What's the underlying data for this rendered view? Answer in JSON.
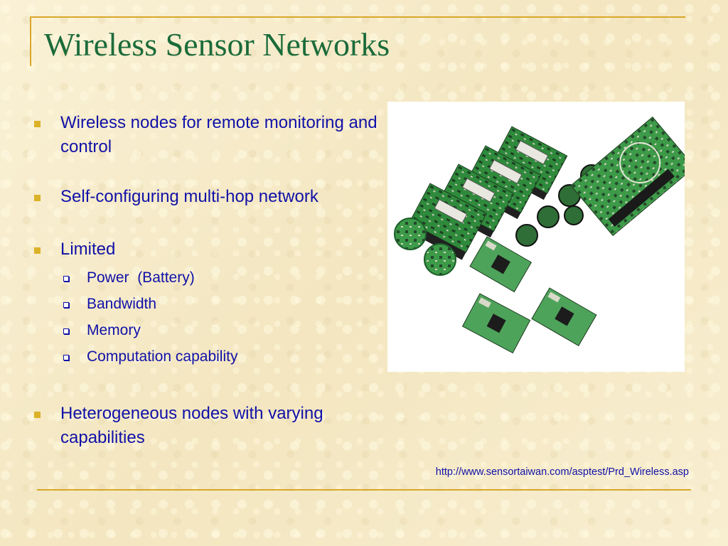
{
  "slide": {
    "title": "Wireless Sensor Networks",
    "bullets": [
      {
        "text": "Wireless nodes for remote monitoring and control"
      },
      {
        "text": "Self-configuring multi-hop network"
      },
      {
        "text": "Limited",
        "sub": [
          "Power  (Battery)",
          "Bandwidth",
          "Memory",
          "Computation capability"
        ]
      },
      {
        "text": "Heterogeneous nodes with varying capabilities"
      }
    ],
    "source": "http://www.sensortaiwan.com/asptest/Prd_Wireless.asp",
    "image": {
      "icon": "sensor-boards-photo"
    }
  },
  "colors": {
    "title": "#1b6b3a",
    "text": "#1111a8",
    "accent": "#d8a72a",
    "board": "#2f8a3c"
  }
}
